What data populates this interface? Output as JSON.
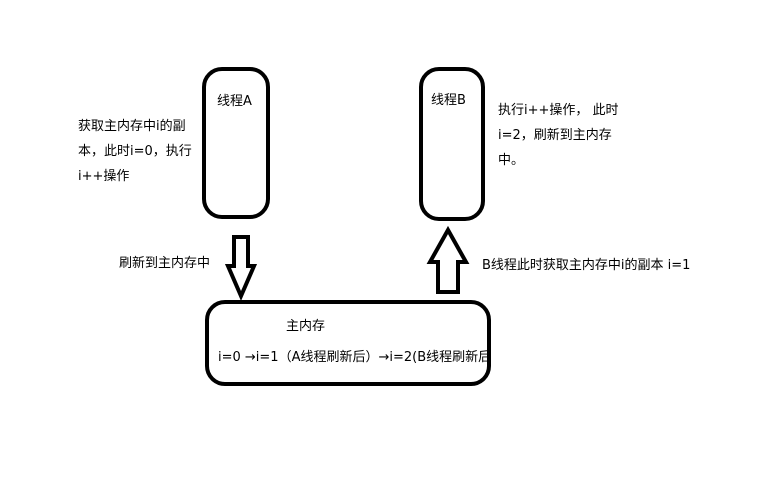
{
  "thread_a": {
    "label": "线程A"
  },
  "thread_b": {
    "label": "线程B"
  },
  "main_memory": {
    "label": "主内存",
    "sequence": "i=0 →i=1（A线程刷新后）→i=2(B线程刷新后"
  },
  "notes": {
    "thread_a": [
      "获取主内存中i的副",
      "本，此时i=0，执行",
      "i++操作"
    ],
    "thread_b": [
      "执行i++操作， 此时",
      "i=2，刷新到主内存",
      "中。"
    ],
    "flush_a": "刷新到主内存中",
    "fetch_b": "B线程此时获取主内存中i的副本 i=1"
  }
}
